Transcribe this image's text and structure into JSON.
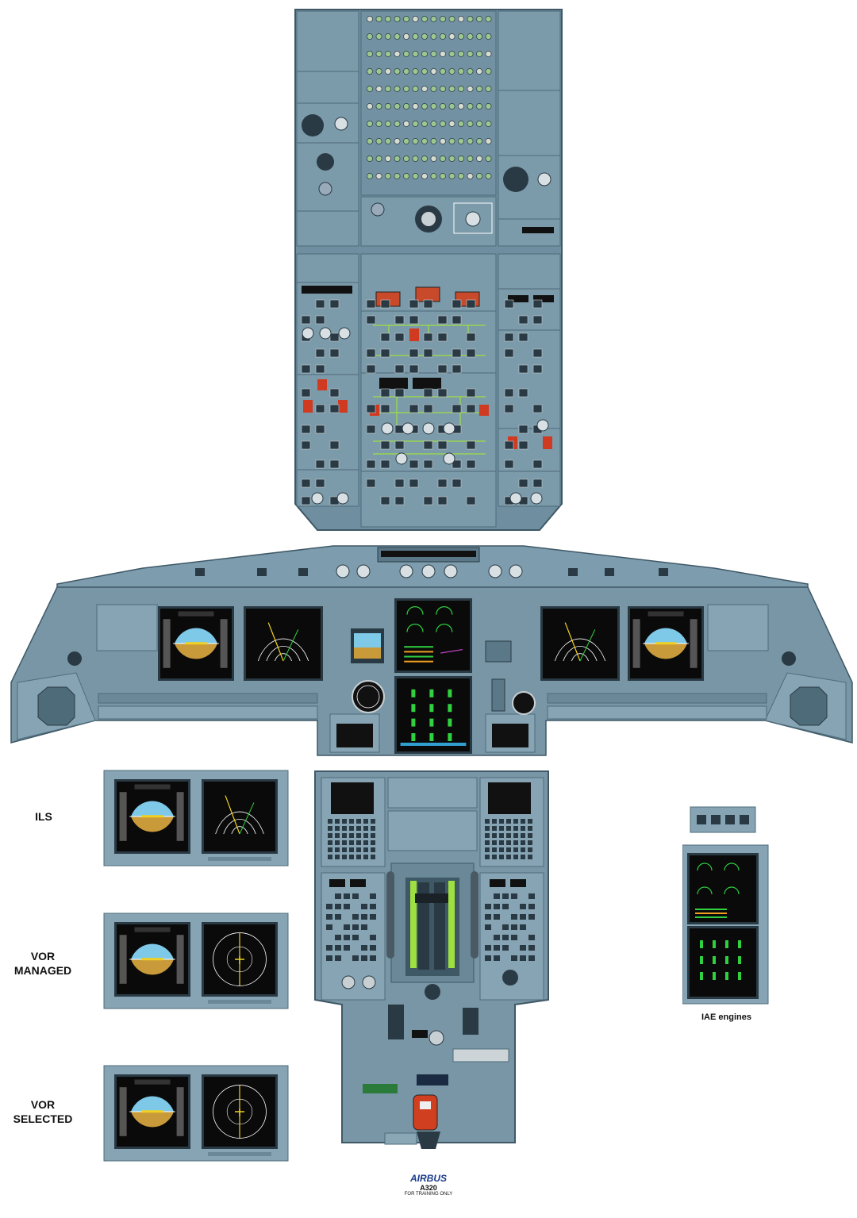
{
  "labels": {
    "ils": "ILS",
    "vor_managed_line1": "VOR",
    "vor_managed_line2": "MANAGED",
    "vor_selected_line1": "VOR",
    "vor_selected_line2": "SELECTED",
    "iae_engines": "IAE engines"
  },
  "footer": {
    "brand": "AIRBUS",
    "model": "A320",
    "note": "FOR TRAINING ONLY"
  },
  "colors": {
    "panel": "#6f8fa0",
    "panel_light": "#8aa7b6",
    "panel_dark": "#4e6b7a",
    "screen": "#0a0a0a",
    "sky": "#7ec8e8",
    "ground": "#c89a3a",
    "knob": "#2a3a44",
    "amber": "#f0a020",
    "green": "#30d040",
    "red": "#d03a20",
    "brand_blue": "#1a3a8a"
  },
  "icons": [
    "knob-icon",
    "switch-icon",
    "speaker-icon",
    "thrust-lever-icon",
    "sidestick-icon"
  ]
}
